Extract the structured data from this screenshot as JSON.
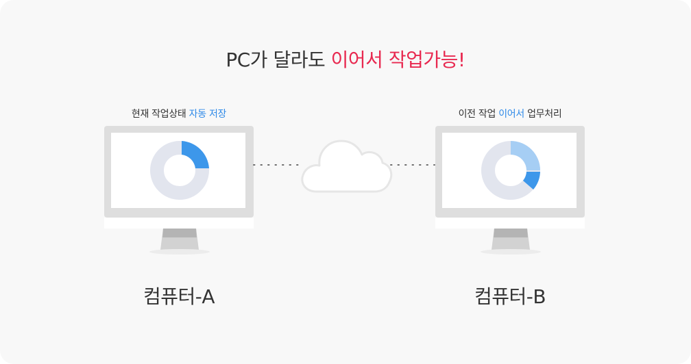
{
  "headline": {
    "part1": "PC가 달라도 ",
    "part2": "이어서 작업가능!"
  },
  "computer_a": {
    "caption_part1": "현재 작업상태 ",
    "caption_part2": "자동 저장",
    "label": "컴퓨터-A"
  },
  "computer_b": {
    "caption_part1": "이전 작업 ",
    "caption_part2": "이어서",
    "caption_part3": " 업무처리",
    "label": "컴퓨터-B"
  },
  "colors": {
    "headline_accent": "#e8284f",
    "caption_accent": "#2f8ae8",
    "donut_track": "#e2e5ee",
    "donut_blue": "#3d97ea",
    "donut_light_blue": "#a6cef4",
    "monitor_frame": "#dedede",
    "cloud_stroke": "#e6e6e6"
  },
  "icons": [
    "monitor-icon",
    "donut-chart-icon",
    "cloud-icon",
    "dotted-connector"
  ]
}
